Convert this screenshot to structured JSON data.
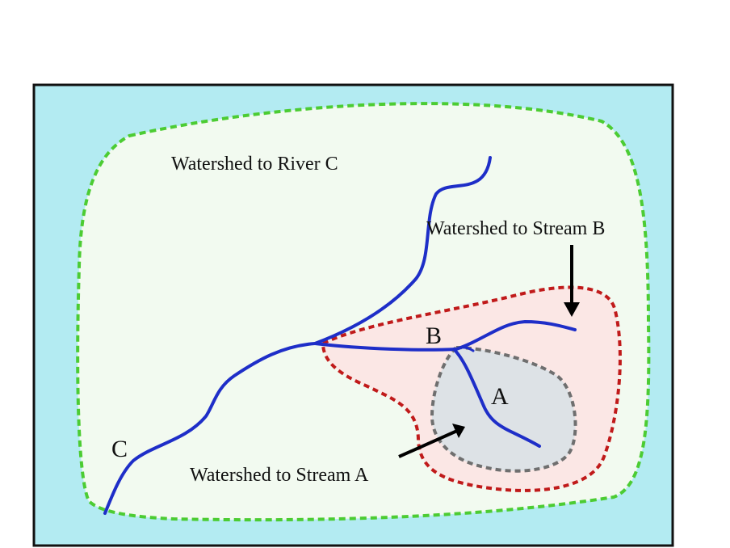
{
  "colors": {
    "background": "#b3ebf2",
    "frame": "#111111",
    "watershed_c_fill": "#f2faf0",
    "watershed_c_border": "#4ccc33",
    "watershed_b_fill": "#fbe7e5",
    "watershed_b_border": "#c01a1a",
    "watershed_a_fill": "#dde2e6",
    "watershed_a_border": "#6f6f6f",
    "stream": "#1e2ec8",
    "arrow": "#000000"
  },
  "labels": {
    "river_c_watershed": "Watershed to River C",
    "stream_b_watershed": "Watershed to Stream B",
    "stream_a_watershed": "Watershed to Stream A",
    "letter_c": "C",
    "letter_b": "B",
    "letter_a": "A"
  }
}
